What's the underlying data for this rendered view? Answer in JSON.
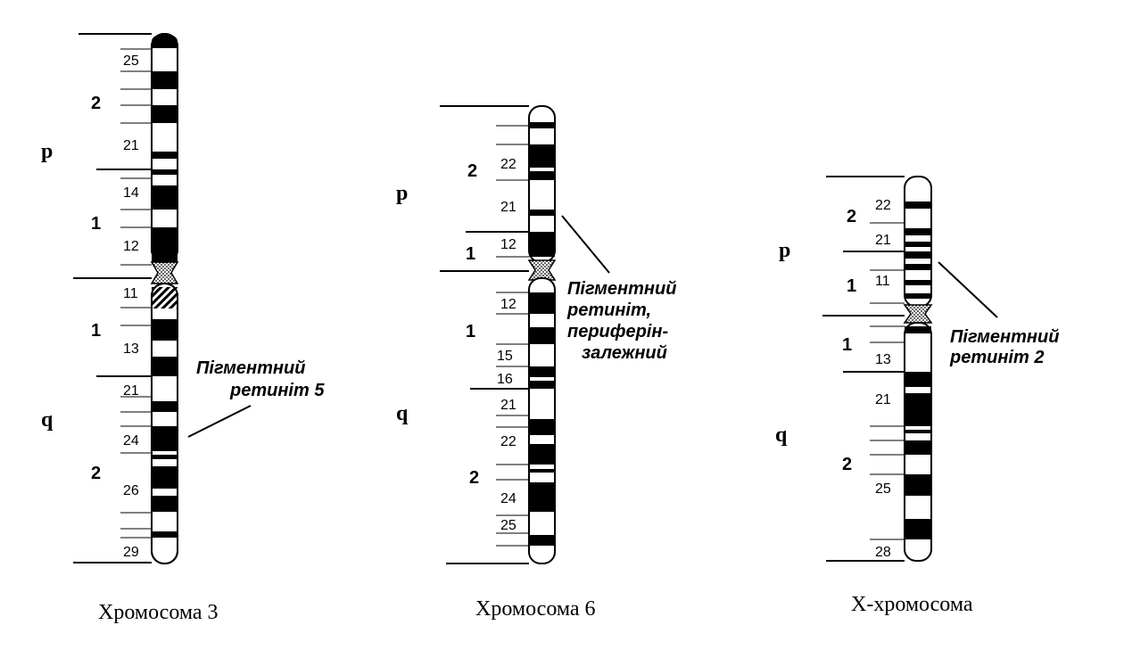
{
  "chromosomes": [
    {
      "id": "chr3",
      "caption": "Хромосома 3",
      "arms": [
        "p",
        "q"
      ],
      "regions": [
        "2",
        "1",
        "1",
        "2"
      ],
      "bands": [
        "25",
        "21",
        "14",
        "12",
        "11",
        "13",
        "21",
        "24",
        "26",
        "29"
      ],
      "annotation": [
        "Пігментний",
        "ретиніт 5"
      ]
    },
    {
      "id": "chr6",
      "caption": "Хромосома 6",
      "arms": [
        "p",
        "q"
      ],
      "regions": [
        "2",
        "1",
        "1",
        "2"
      ],
      "bands": [
        "22",
        "21",
        "12",
        "12",
        "15",
        "16",
        "21",
        "22",
        "24",
        "25"
      ],
      "annotation": [
        "Пігментний",
        "ретиніт,",
        "периферін-",
        "залежний"
      ]
    },
    {
      "id": "chrX",
      "caption": "Х-хромосома",
      "arms": [
        "p",
        "q"
      ],
      "regions": [
        "2",
        "1",
        "1",
        "2"
      ],
      "bands": [
        "22",
        "21",
        "11",
        "13",
        "21",
        "25",
        "28"
      ],
      "annotation": [
        "Пігментний",
        "ретиніт 2"
      ]
    }
  ],
  "colors": {
    "ink": "#000000",
    "paper": "#ffffff"
  }
}
